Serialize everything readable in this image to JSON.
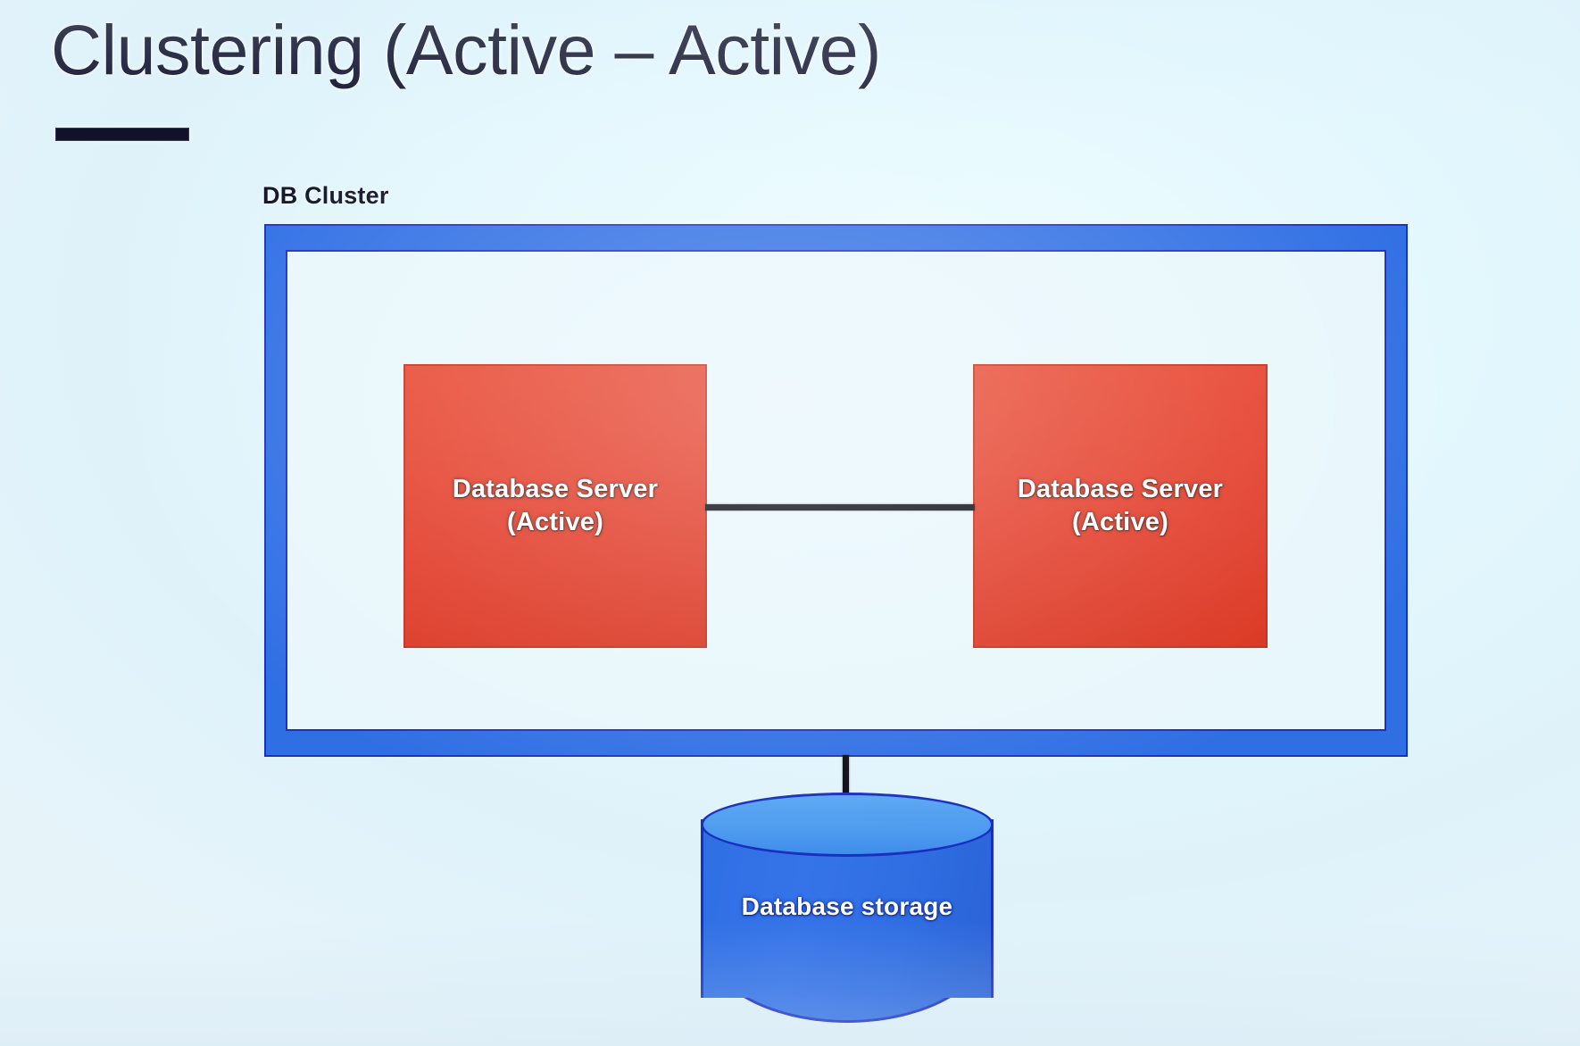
{
  "slide": {
    "title": "Clustering (Active – Active)",
    "background_color": "#e4f6fc"
  },
  "diagram": {
    "cluster": {
      "label": "DB Cluster",
      "border_color": "#2f6fe4",
      "outline_color": "#1a31c8",
      "fill_color": "#e8f7fc"
    },
    "servers": [
      {
        "name": "database-server-left",
        "label": "Database Server\n(Active)",
        "role": "Active",
        "fill_color": "#e23a27",
        "text_color": "#ffffff"
      },
      {
        "name": "database-server-right",
        "label": "Database Server\n(Active)",
        "role": "Active",
        "fill_color": "#e23a27",
        "text_color": "#ffffff"
      }
    ],
    "storage": {
      "label": "Database storage",
      "shape": "cylinder",
      "body_color": "#2f6fe4",
      "top_color": "#4e9bf0",
      "outline_color": "#1a2fc0",
      "text_color": "#ffffff"
    },
    "connections": [
      {
        "name": "server-to-server-link",
        "from": "database-server-left",
        "to": "database-server-right",
        "orientation": "horizontal",
        "color": "#0a0a14"
      },
      {
        "name": "cluster-to-storage-link",
        "from": "db-cluster",
        "to": "database-storage",
        "orientation": "vertical",
        "color": "#0a0a14"
      }
    ]
  }
}
